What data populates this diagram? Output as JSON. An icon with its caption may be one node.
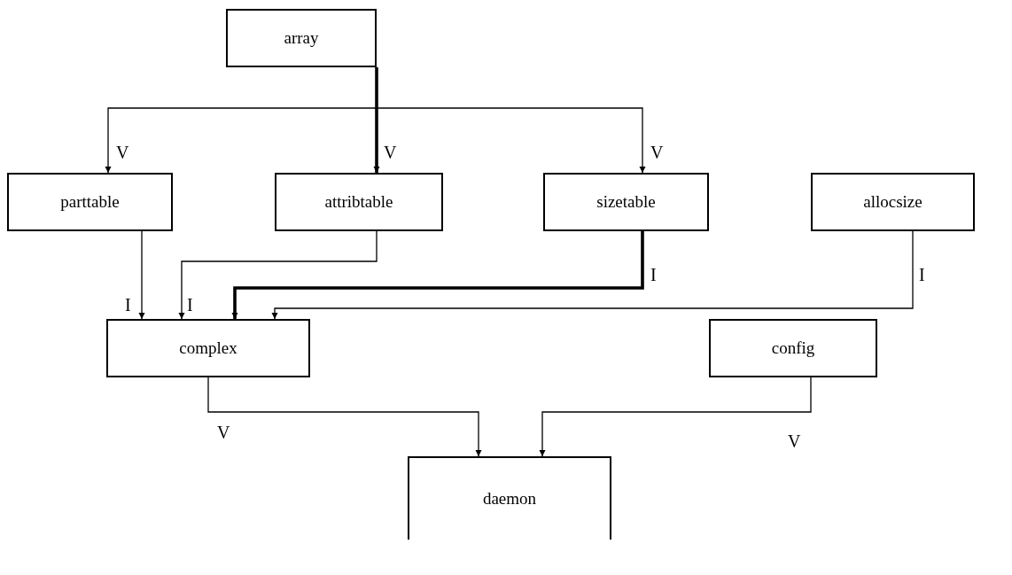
{
  "diagram": {
    "nodes": [
      {
        "text": [
          "array"
        ]
      },
      {
        "text": [
          "parttable"
        ]
      },
      {
        "text": [
          "attribtable"
        ]
      },
      {
        "text": [
          "sizetable"
        ]
      },
      {
        "text": [
          "allocsize"
        ]
      },
      {
        "text": [
          "complex"
        ]
      },
      {
        "text": [
          "config"
        ]
      },
      {
        "text": [
          "daemon"
        ]
      }
    ],
    "edges": [
      {
        "from": 0,
        "to": 1,
        "arrow": "to",
        "label": "V"
      },
      {
        "from": 0,
        "to": 2,
        "arrow": "to",
        "label": "V",
        "style": "thick"
      },
      {
        "from": 0,
        "to": 3,
        "arrow": "to",
        "label": "V"
      },
      {
        "from": 1,
        "to": 5,
        "arrow": "to",
        "label": "I"
      },
      {
        "from": 2,
        "to": 5,
        "arrow": "to",
        "label": "I"
      },
      {
        "from": 3,
        "to": 5,
        "arrow": "to",
        "label": "I",
        "style": "thick"
      },
      {
        "from": 4,
        "to": 5,
        "arrow": "to",
        "label": "I"
      },
      {
        "from": 5,
        "to": 7,
        "arrow": "to",
        "label": "V"
      },
      {
        "from": 6,
        "to": 7,
        "arrow": "to",
        "label": "V"
      }
    ]
  }
}
